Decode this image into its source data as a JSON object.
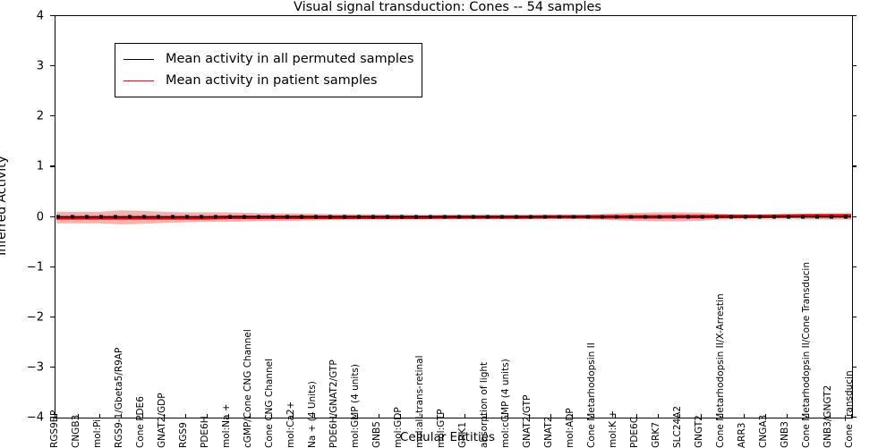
{
  "chart_data": {
    "type": "line",
    "title": "Visual signal transduction: Cones -- 54 samples",
    "xlabel": "Cellular Entities",
    "ylabel": "Inferred Activity",
    "ylim": [
      -4,
      4
    ],
    "yticks": [
      -4,
      -3,
      -2,
      -1,
      0,
      1,
      2,
      3,
      4
    ],
    "ytick_labels": [
      "−4",
      "−3",
      "−2",
      "−1",
      "0",
      "1",
      "2",
      "3",
      "4"
    ],
    "grid": false,
    "legend_position": "upper left",
    "legend": [
      {
        "label": "Mean activity in all permuted samples",
        "color": "#000000"
      },
      {
        "label": "Mean activity in patient samples",
        "color": "#ff0000"
      }
    ],
    "categories": [
      "RGS9BP",
      "CNGB3",
      "mol:Pi",
      "RGS9-1/Gbeta5/R9AP",
      "Cone PDE6",
      "GNAT2/GDP",
      "RGS9",
      "PDE6H",
      "mol:Na +",
      "cGMP/Cone CNG Channel",
      "Cone CNG Channel",
      "mol:Ca2+",
      "Na + (4 Units)",
      "PDE6H/GNAT2/GTP",
      "mol:GMP (4 units)",
      "GNB5",
      "mol:GDP",
      "mol:all-trans-retinal",
      "mol:GTP",
      "GRK1",
      "absorption of light",
      "mol:cGMP (4 units)",
      "GNAT2/GTP",
      "GNAT2",
      "mol:ADP",
      "Cone Metarhodopsin II",
      "mol:K +",
      "PDE6C",
      "GRK7",
      "SLC24A2",
      "GNGT2",
      "Cone Metarhodopsin II/X-Arrestin",
      "ARR3",
      "CNGA3",
      "GNB3",
      "Cone Metarhodopsin II/Cone Transducin",
      "GNB3/GNGT2",
      "Cone Transducin"
    ],
    "series": [
      {
        "name": "Mean activity in all permuted samples",
        "color": "#000000",
        "style": "dotted-over-solid",
        "values": [
          0.0,
          0.0,
          0.0,
          0.0,
          0.0,
          0.0,
          0.0,
          0.0,
          0.0,
          0.0,
          0.0,
          0.0,
          0.0,
          0.0,
          0.0,
          0.0,
          0.0,
          0.0,
          0.0,
          0.0,
          0.0,
          0.0,
          0.0,
          0.0,
          0.0,
          0.0,
          0.0,
          0.0,
          0.0,
          0.0,
          0.0,
          0.0,
          0.0,
          0.0,
          0.0,
          0.0,
          0.0,
          0.0
        ]
      },
      {
        "name": "Mean activity in patient samples",
        "color": "#ff0000",
        "style": "solid",
        "values": [
          -0.02,
          -0.02,
          -0.02,
          -0.02,
          -0.02,
          -0.02,
          -0.02,
          -0.02,
          -0.01,
          -0.01,
          -0.01,
          -0.01,
          -0.01,
          -0.01,
          -0.01,
          -0.01,
          -0.01,
          -0.01,
          -0.005,
          -0.005,
          -0.005,
          -0.005,
          -0.005,
          0.0,
          0.0,
          0.0,
          0.0,
          0.0,
          0.0,
          0.005,
          0.005,
          0.01,
          0.01,
          0.01,
          0.015,
          0.02,
          0.02,
          0.02
        ]
      }
    ],
    "bands": [
      {
        "name": "permuted-samples-spread",
        "color": "#d9d9d9",
        "opacity": 0.75,
        "upper": [
          0.06,
          0.06,
          0.06,
          0.07,
          0.06,
          0.06,
          0.06,
          0.06,
          0.06,
          0.06,
          0.06,
          0.06,
          0.06,
          0.06,
          0.06,
          0.06,
          0.06,
          0.055,
          0.05,
          0.05,
          0.05,
          0.05,
          0.05,
          0.05,
          0.05,
          0.05,
          0.05,
          0.05,
          0.05,
          0.05,
          0.05,
          0.06,
          0.06,
          0.06,
          0.06,
          0.06,
          0.06,
          0.06
        ],
        "lower": [
          -0.06,
          -0.06,
          -0.06,
          -0.07,
          -0.06,
          -0.06,
          -0.06,
          -0.06,
          -0.06,
          -0.06,
          -0.06,
          -0.06,
          -0.06,
          -0.06,
          -0.06,
          -0.06,
          -0.06,
          -0.055,
          -0.05,
          -0.05,
          -0.05,
          -0.05,
          -0.05,
          -0.05,
          -0.05,
          -0.05,
          -0.05,
          -0.05,
          -0.05,
          -0.05,
          -0.05,
          -0.06,
          -0.06,
          -0.06,
          -0.06,
          -0.06,
          -0.06,
          -0.06
        ]
      },
      {
        "name": "patient-samples-spread",
        "color": "#f4a3a3",
        "opacity": 0.85,
        "upper": [
          0.1,
          0.1,
          0.1,
          0.13,
          0.12,
          0.1,
          0.09,
          0.09,
          0.09,
          0.08,
          0.07,
          0.07,
          0.06,
          0.05,
          0.045,
          0.04,
          0.035,
          0.03,
          0.02,
          0.01,
          0.01,
          0.01,
          0.01,
          0.01,
          0.02,
          0.05,
          0.07,
          0.08,
          0.09,
          0.09,
          0.085,
          0.06,
          0.03,
          0.02,
          0.03,
          0.06,
          0.07,
          0.07
        ],
        "lower": [
          -0.13,
          -0.13,
          -0.13,
          -0.15,
          -0.14,
          -0.12,
          -0.11,
          -0.1,
          -0.1,
          -0.09,
          -0.08,
          -0.08,
          -0.07,
          -0.06,
          -0.05,
          -0.045,
          -0.04,
          -0.03,
          -0.02,
          -0.015,
          -0.01,
          -0.01,
          -0.01,
          -0.01,
          -0.02,
          -0.05,
          -0.07,
          -0.08,
          -0.09,
          -0.09,
          -0.08,
          -0.05,
          -0.03,
          -0.02,
          -0.02,
          -0.04,
          -0.05,
          -0.05
        ]
      }
    ]
  }
}
